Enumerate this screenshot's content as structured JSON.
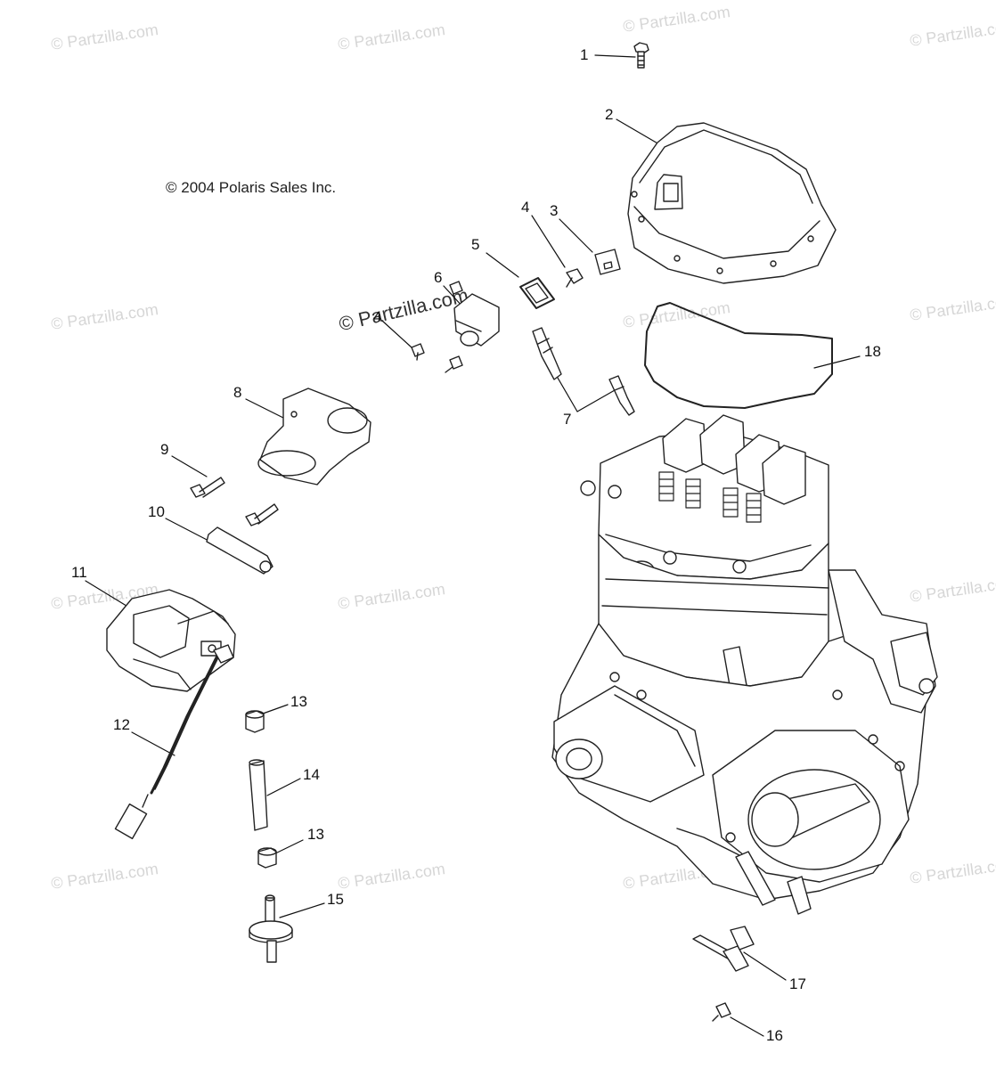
{
  "diagram": {
    "copyright": "© 2004 Polaris Sales Inc.",
    "center_watermark": "© Partzilla.com",
    "watermark_text": "© Partzilla.com",
    "callouts": [
      {
        "id": "c1",
        "label": "1"
      },
      {
        "id": "c2",
        "label": "2"
      },
      {
        "id": "c3",
        "label": "3"
      },
      {
        "id": "c4a",
        "label": "4"
      },
      {
        "id": "c4b",
        "label": "4"
      },
      {
        "id": "c5",
        "label": "5"
      },
      {
        "id": "c6",
        "label": "6"
      },
      {
        "id": "c7",
        "label": "7"
      },
      {
        "id": "c8",
        "label": "8"
      },
      {
        "id": "c9",
        "label": "9"
      },
      {
        "id": "c10",
        "label": "10"
      },
      {
        "id": "c11",
        "label": "11"
      },
      {
        "id": "c12",
        "label": "12"
      },
      {
        "id": "c13a",
        "label": "13"
      },
      {
        "id": "c13b",
        "label": "13"
      },
      {
        "id": "c14",
        "label": "14"
      },
      {
        "id": "c15",
        "label": "15"
      },
      {
        "id": "c16",
        "label": "16"
      },
      {
        "id": "c17",
        "label": "17"
      },
      {
        "id": "c18",
        "label": "18"
      }
    ]
  }
}
